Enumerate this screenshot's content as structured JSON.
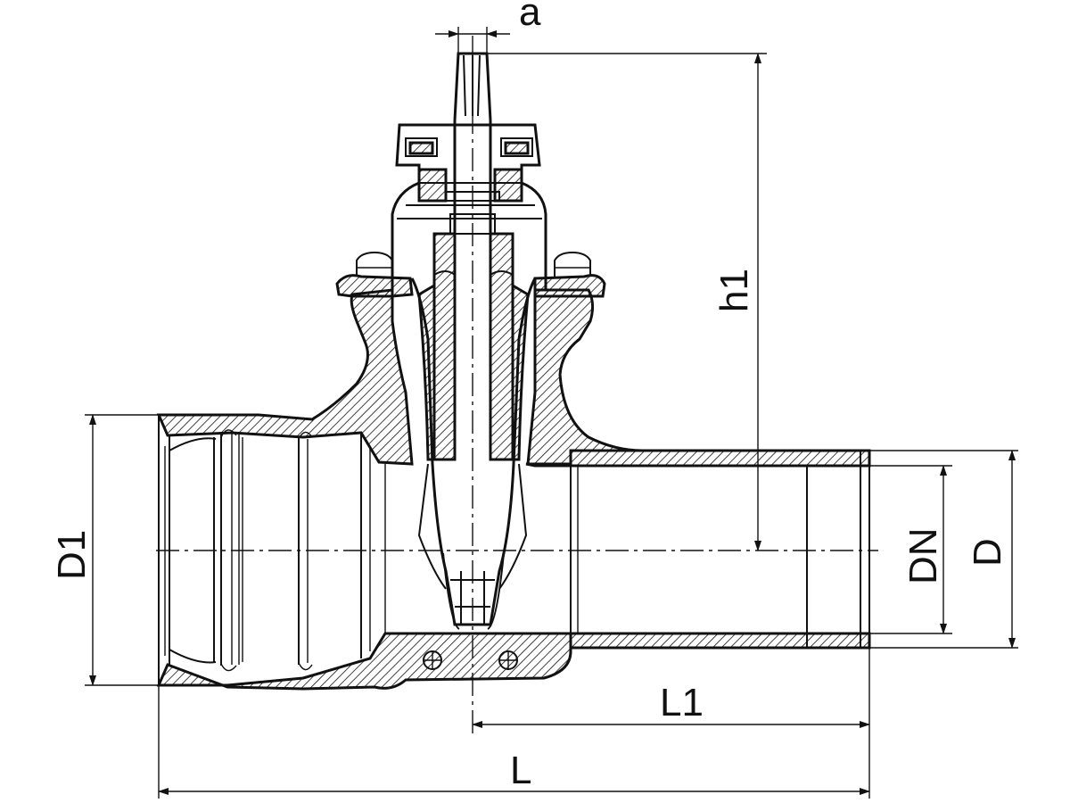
{
  "drawing": {
    "labels": {
      "a": "a",
      "h1": "h1",
      "D1": "D1",
      "DN": "DN",
      "D": "D",
      "L1": "L1",
      "L": "L"
    },
    "line_color": "#111111",
    "background": "#ffffff"
  }
}
